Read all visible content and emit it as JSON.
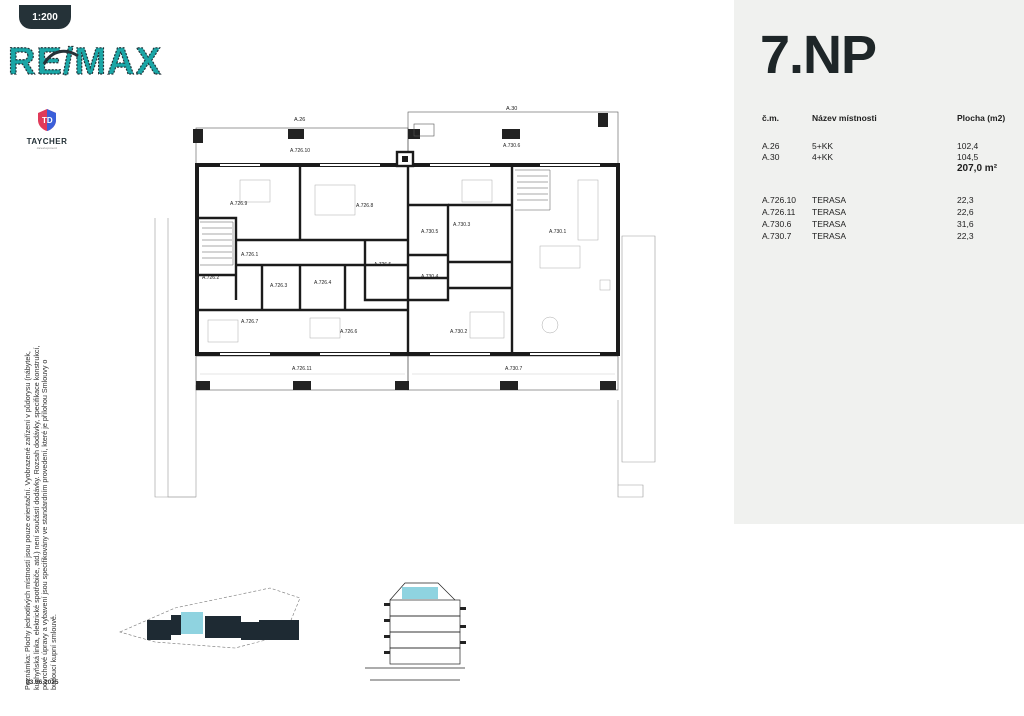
{
  "scale": "1:200",
  "brand": {
    "logo_text": "RE/MAX",
    "developer": "TAYCHER",
    "developer_tagline": "development"
  },
  "floor": {
    "title": "7.NP"
  },
  "table": {
    "headers": {
      "number": "č.m.",
      "name": "Název místnosti",
      "area": "Plocha (m2)"
    },
    "units": [
      {
        "number": "A.26",
        "name": "5+KK",
        "area": "102,4"
      },
      {
        "number": "A.30",
        "name": "4+KK",
        "area": "104,5"
      }
    ],
    "total": "207,0 m²",
    "terraces": [
      {
        "number": "A.726.10",
        "name": "TERASA",
        "area": "22,3"
      },
      {
        "number": "A.726.11",
        "name": "TERASA",
        "area": "22,6"
      },
      {
        "number": "A.730.6",
        "name": "TERASA",
        "area": "31,6"
      },
      {
        "number": "A.730.7",
        "name": "TERASA",
        "area": "22,3"
      }
    ]
  },
  "plan": {
    "unit_labels": {
      "a26": "A.26",
      "a30": "A.30"
    },
    "rooms": {
      "r726_10": "A.726.10",
      "r730_6": "A.730.6",
      "r726_9": "A.726.9",
      "r726_8": "A.726.8",
      "r730_5": "A.730.5",
      "r730_3": "A.730.3",
      "r730_1": "A.730.1",
      "r726_1": "A.726.1",
      "r726_2": "A.726.2",
      "r726_3": "A.726.3",
      "r726_4": "A.726.4",
      "r726_5": "A.726.5",
      "r730_4": "A.730.4",
      "r726_7": "A.726.7",
      "r726_6": "A.726.6",
      "r730_2": "A.730.2",
      "r726_11": "A.726.11",
      "r730_7": "A.730.7"
    }
  },
  "footnote": "Poznámka: Plochy jednotlivých místností jsou pouze orientační. Vyobrazené zařízení v půdorysu (nábytek, kuchyňská linka, elektrické spotřebiče, atd.) není součástí dodávky. Rozsah dodávky, specifikace konstrukcí, povrchové úpravy a vybavení jsou specifikovány ve standardním provedení, které je přílohou Smlouvy o budoucí kupní smlouvě.",
  "date": "03.06.2025",
  "colors": {
    "brand_teal": "#1aa6a6",
    "dark": "#253238",
    "highlight": "#8fd3e0",
    "panel": "#f0f1ef"
  }
}
